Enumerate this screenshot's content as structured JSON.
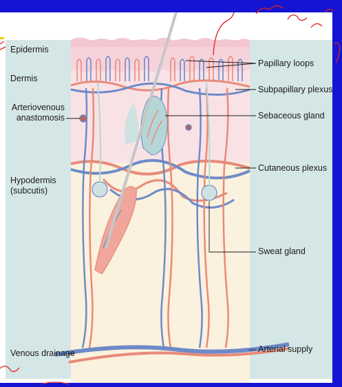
{
  "labels": {
    "epidermis": "Epidermis",
    "dermis": "Dermis",
    "arteriovenous": "Arteriovenous\nanastomosis",
    "hypodermis": "Hypodermis\n(subcutis)",
    "venous": "Venous drainage",
    "papillary": "Papillary loops",
    "subpapillary": "Subpapillary plexus",
    "sebaceous": "Sebaceous gland",
    "cutaneous": "Cutaneous plexus",
    "sweat": "Sweat gland",
    "arterial": "Arterial supply"
  },
  "colors": {
    "slide_background": "#1414d2",
    "panel": "#d5e6e6",
    "epidermis": "#f6d3db",
    "dermis": "#f9e2e6",
    "hypodermis": "#faf1de",
    "artery": "#e88a78",
    "vein": "#6d8ac8",
    "gland": "#b5d6d6",
    "hair": "#c6c6c6",
    "annotation_ink": "#e02020"
  },
  "icons": [
    "hair-shaft-icon",
    "sebaceous-gland-icon",
    "sweat-gland-icon"
  ]
}
